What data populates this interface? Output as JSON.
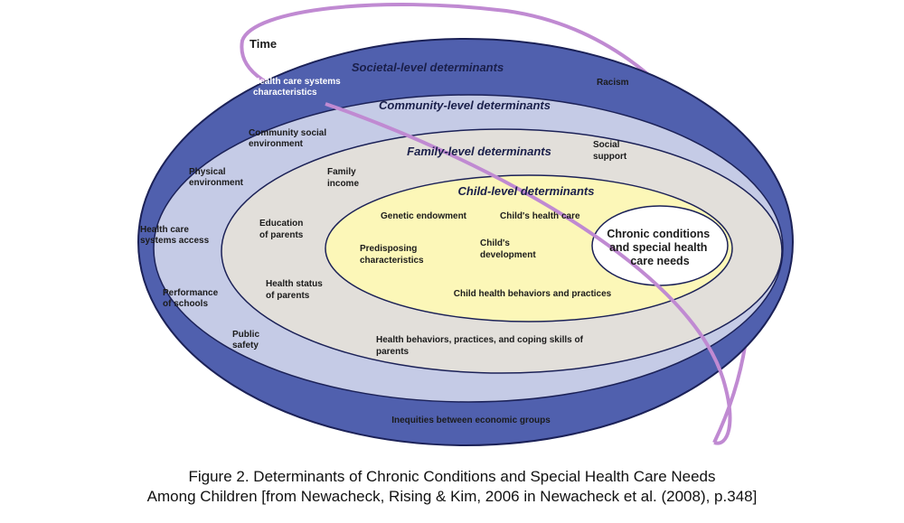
{
  "colors": {
    "societal_fill": "#5060ae",
    "community_fill": "#c5cbe6",
    "family_fill": "#e2dfda",
    "child_fill": "#fcf7b8",
    "chronic_fill": "#ffffff",
    "time_stroke": "#c08ad2",
    "outline": "#1b2157"
  },
  "time_label": "Time",
  "societal": {
    "title": "Societal-level determinants",
    "items": [
      [
        "Health care systems",
        "characteristics"
      ],
      [
        "Racism"
      ],
      [
        "Inequities between economic groups"
      ]
    ]
  },
  "community": {
    "title": "Community-level determinants",
    "items": [
      [
        "Community social",
        "environment"
      ],
      [
        "Physical",
        "environment"
      ],
      [
        "Health care",
        "systems access"
      ],
      [
        "Performance",
        "of schools"
      ],
      [
        "Public",
        "safety"
      ]
    ]
  },
  "family": {
    "title": "Family-level determinants",
    "items": [
      [
        "Social",
        "support"
      ],
      [
        "Family",
        "income"
      ],
      [
        "Education",
        "of parents"
      ],
      [
        "Health status",
        "of parents"
      ],
      [
        "Health behaviors, practices, and coping skills of",
        "parents"
      ]
    ]
  },
  "child": {
    "title": "Child-level determinants",
    "items": [
      [
        "Genetic endowment"
      ],
      [
        "Child's health care"
      ],
      [
        "Predisposing",
        "characteristics"
      ],
      [
        "Child's",
        "development"
      ],
      [
        "Child health behaviors and practices"
      ]
    ]
  },
  "chronic": {
    "lines": [
      "Chronic conditions",
      "and special health",
      "care needs"
    ]
  },
  "caption": {
    "line1": "Figure 2. Determinants of Chronic Conditions and Special Health Care Needs",
    "line2": "Among Children [from Newacheck, Rising & Kim, 2006 in Newacheck et al. (2008), p.348]"
  }
}
